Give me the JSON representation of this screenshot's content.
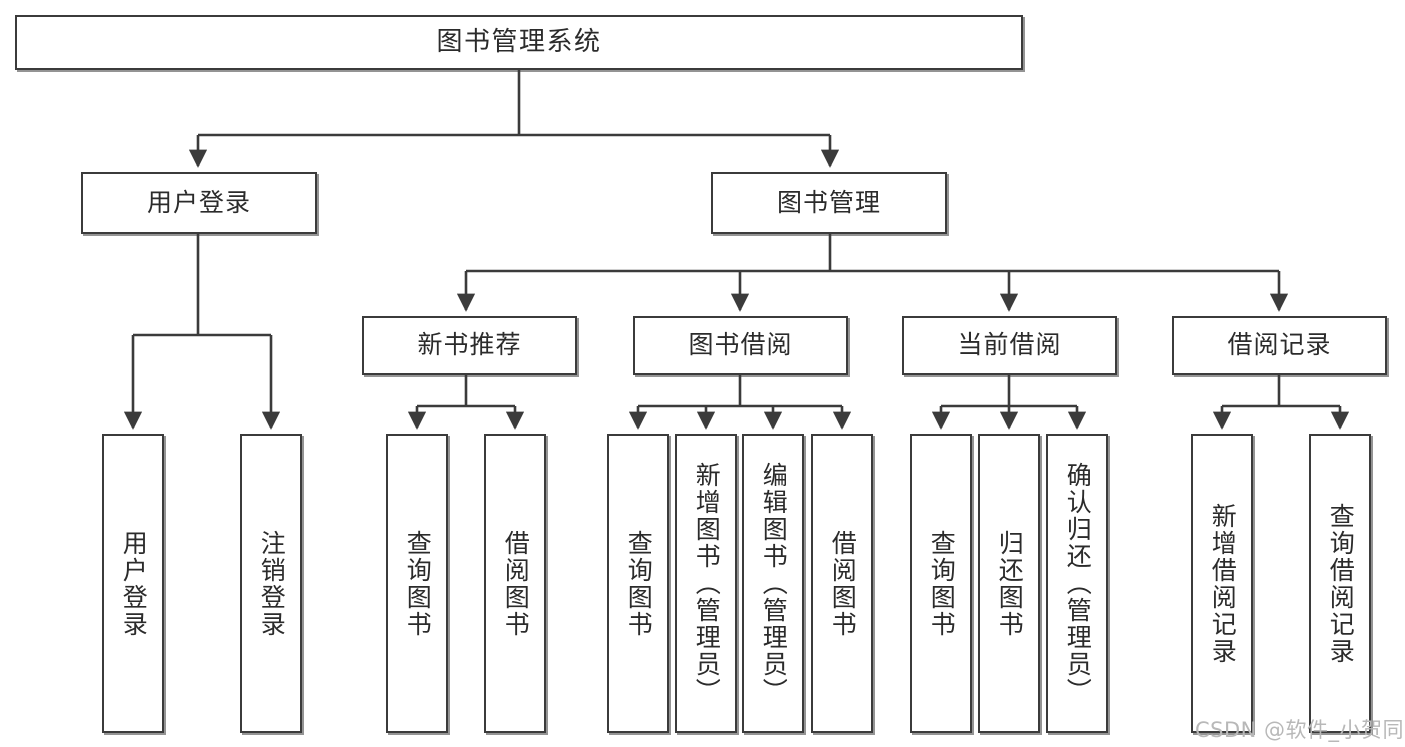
{
  "diagram": {
    "title": "图书管理系统",
    "type": "tree-hierarchy",
    "orientation": "top-down",
    "line_color": "#3b3b3b",
    "box_fill": "#ffffff",
    "text_color": "#2b2b2b"
  },
  "nodes": {
    "root": {
      "label": "图书管理系统"
    },
    "level2": [
      {
        "label": "用户登录"
      },
      {
        "label": "图书管理"
      }
    ],
    "level3": [
      {
        "label": "新书推荐"
      },
      {
        "label": "图书借阅"
      },
      {
        "label": "当前借阅"
      },
      {
        "label": "借阅记录"
      }
    ],
    "leaves_user_login": [
      {
        "label": "用户登录"
      },
      {
        "label": "注销登录"
      }
    ],
    "leaves_new_book": [
      {
        "label": "查询图书"
      },
      {
        "label": "借阅图书"
      }
    ],
    "leaves_borrow": [
      {
        "label": "查询图书"
      },
      {
        "label": "新增图书（管理员）"
      },
      {
        "label": "编辑图书（管理员）"
      },
      {
        "label": "借阅图书"
      }
    ],
    "leaves_current": [
      {
        "label": "查询图书"
      },
      {
        "label": "归还图书"
      },
      {
        "label": "确认归还（管理员）"
      }
    ],
    "leaves_records": [
      {
        "label": "新增借阅记录"
      },
      {
        "label": "查询借阅记录"
      }
    ]
  },
  "watermark": {
    "text": "CSDN @软件_小贺同学"
  }
}
